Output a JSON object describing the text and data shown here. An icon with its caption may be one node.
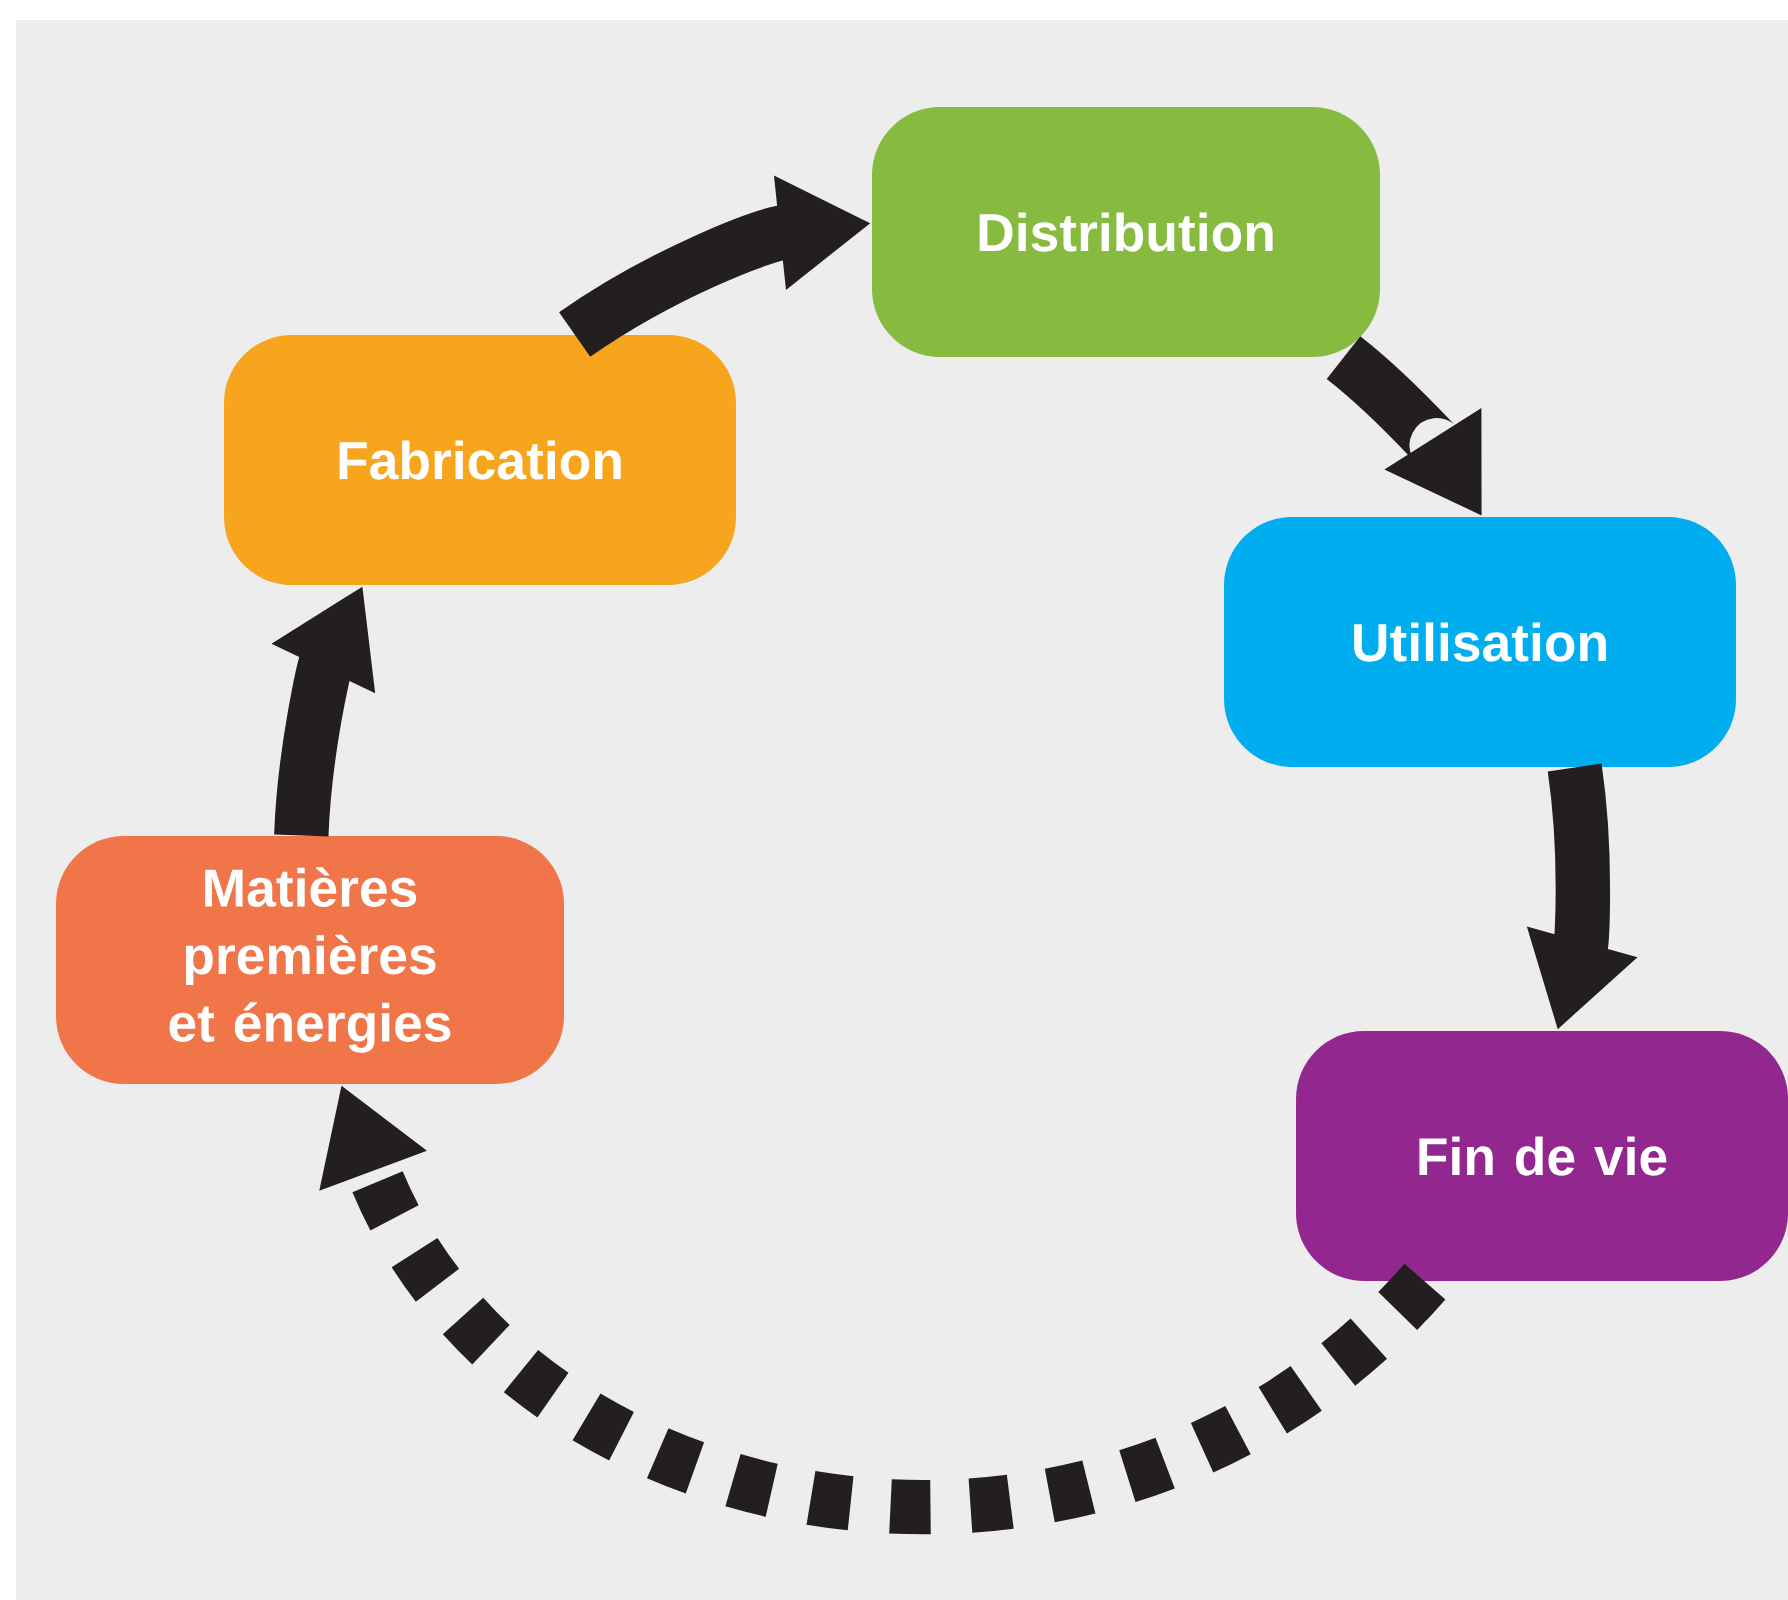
{
  "diagram": {
    "nodes": [
      {
        "text": [
          "Matières premières et énergies"
        ]
      },
      {
        "text": [
          "Fabrication"
        ]
      },
      {
        "text": [
          "Distribution"
        ]
      },
      {
        "text": [
          "Utilisation"
        ]
      },
      {
        "text": [
          "Fin de vie"
        ]
      }
    ],
    "edges": [
      {
        "from": 0,
        "to": 1,
        "arrow": "to"
      },
      {
        "from": 1,
        "to": 2,
        "arrow": "to"
      },
      {
        "from": 2,
        "to": 3,
        "arrow": "to"
      },
      {
        "from": 3,
        "to": 4,
        "arrow": "to"
      },
      {
        "from": 4,
        "to": 0,
        "arrow": "to",
        "style": "dashed"
      }
    ]
  }
}
